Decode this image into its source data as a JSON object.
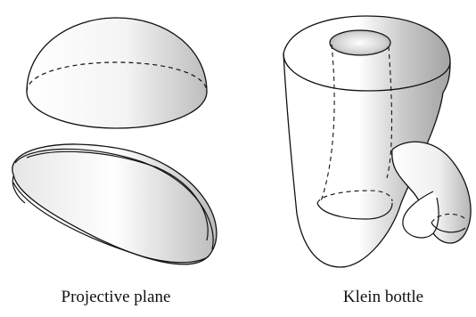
{
  "figures": [
    {
      "caption": "Projective plane",
      "parts": [
        "hemisphere",
        "mobius-band"
      ]
    },
    {
      "caption": "Klein bottle",
      "parts": [
        "klein-bottle-surface"
      ]
    }
  ],
  "colors": {
    "stroke": "#111111",
    "fill_light": "#ffffff",
    "fill_shade": "#9a9a9a"
  }
}
